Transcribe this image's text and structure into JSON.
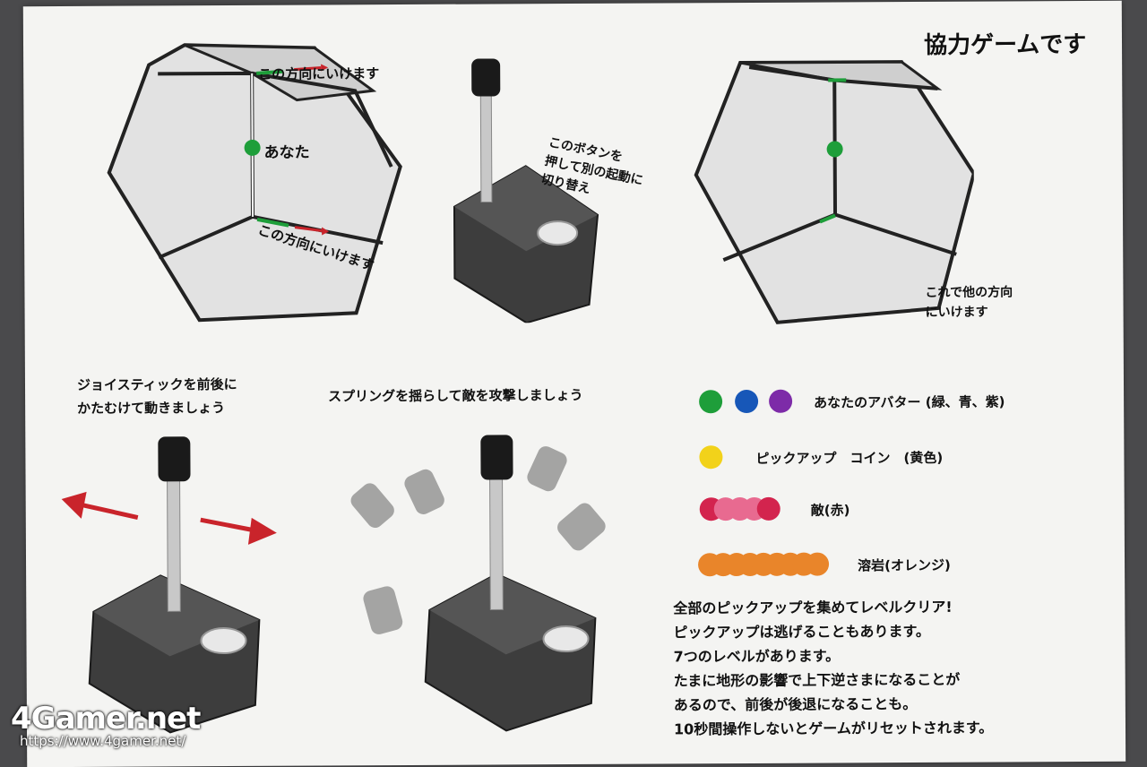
{
  "title": "協力ゲームです",
  "top_left": {
    "label_direction_1": "この方向にいけます",
    "label_you": "あなた",
    "label_direction_2": "この方向にいけます"
  },
  "top_middle": {
    "button_note_lines": [
      "このボタンを",
      "押して別の起動に",
      "切り替え"
    ]
  },
  "top_right": {
    "other_direction_lines": [
      "これで他の方向",
      "にいけます"
    ]
  },
  "bottom_left": {
    "tilt_lines": [
      "ジョイスティックを前後に",
      "かたむけて動きましょう"
    ]
  },
  "bottom_middle": {
    "spring_attack": "スプリングを揺らして敵を攻撃しましょう"
  },
  "legend": {
    "avatar": "あなたのアバター (緑、青、紫)",
    "pickup": "ピックアップ　コイン　(黄色)",
    "enemy": "敵(赤)",
    "lava": "溶岩(オレンジ)",
    "colors": {
      "green": "#1e9e3a",
      "blue": "#1757b8",
      "purple": "#7d2ba8",
      "yellow": "#f2d21a",
      "enemy_red": "#d3244e",
      "enemy_pink": "#e86a90",
      "lava_orange": "#e9852a"
    }
  },
  "rules": [
    "全部のピックアップを集めてレベルクリア!",
    "ピックアップは逃げることもあります。",
    "7つのレベルがあります。",
    "たまに地形の影響で上下逆さまになることが",
    "あるので、前後が後退になることも。",
    "10秒間操作しないとゲームがリセットされます。"
  ],
  "watermark": {
    "logo": "4Gamer.net",
    "url": "https://www.4gamer.net/"
  }
}
